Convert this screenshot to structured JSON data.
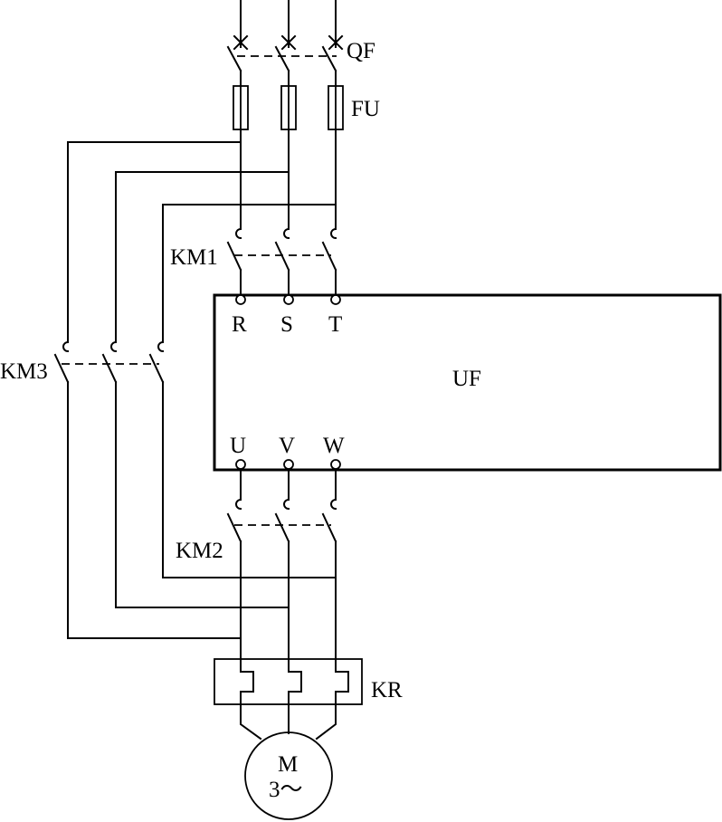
{
  "labels": {
    "qf": "QF",
    "fu": "FU",
    "km1": "KM1",
    "km2": "KM2",
    "km3": "KM3",
    "kr": "KR",
    "uf": "UF",
    "r": "R",
    "s": "S",
    "t": "T",
    "u": "U",
    "v": "V",
    "w": "W",
    "motor_m": "M",
    "motor_phase": "3～"
  }
}
